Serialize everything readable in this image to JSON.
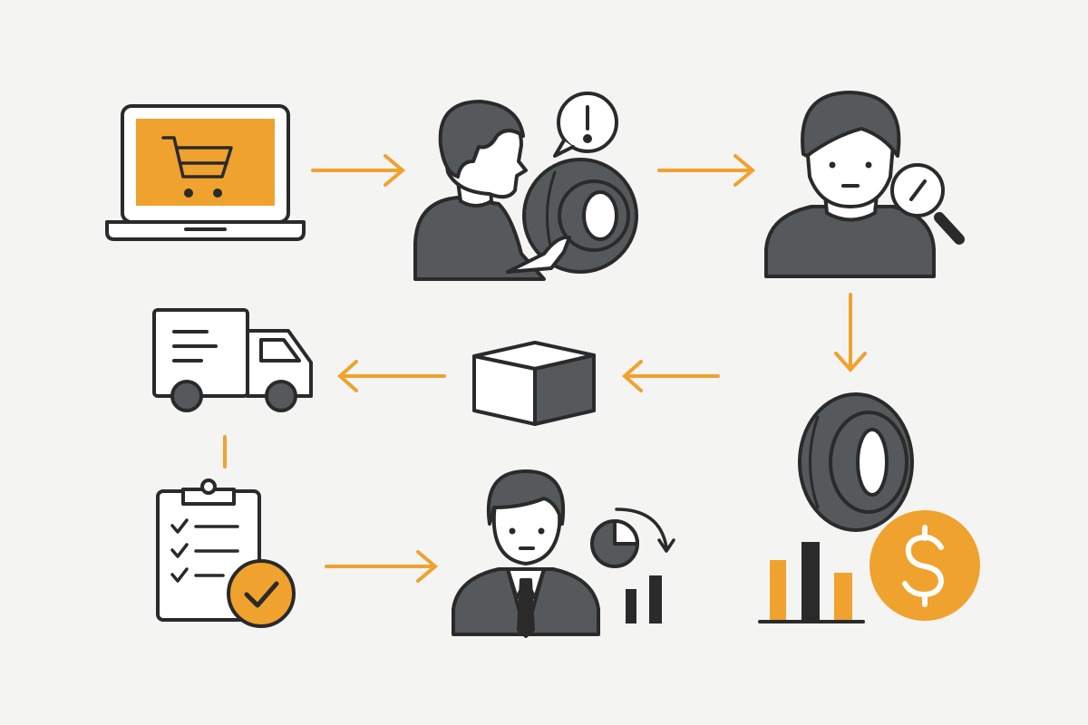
{
  "colors": {
    "background": "#f4f4f3",
    "accent": "#f0a22e",
    "fill_dark": "#55595c",
    "outline": "#2a2a2a",
    "white": "#ffffff"
  },
  "steps": [
    {
      "id": "online-order",
      "icon": "laptop-shopping-cart-icon"
    },
    {
      "id": "tire-issue",
      "icon": "person-tire-alert-icon"
    },
    {
      "id": "inspection",
      "icon": "person-magnifier-icon"
    },
    {
      "id": "pricing",
      "icon": "tire-cost-chart-icon"
    },
    {
      "id": "packaging",
      "icon": "box-icon"
    },
    {
      "id": "shipping",
      "icon": "delivery-truck-icon"
    },
    {
      "id": "checklist",
      "icon": "clipboard-check-icon"
    },
    {
      "id": "management-review",
      "icon": "businessman-analytics-icon"
    }
  ]
}
